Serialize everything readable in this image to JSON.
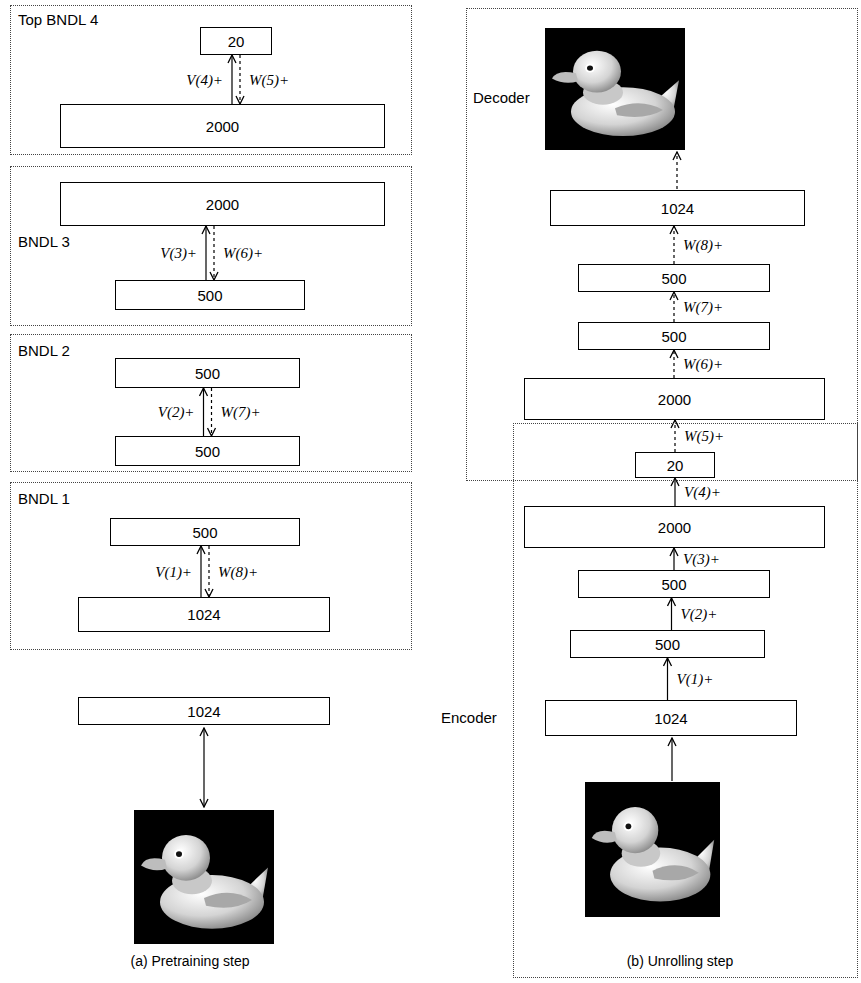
{
  "diagram": {
    "nodes": [
      {
        "text": [
          "Top BNDL 4"
        ]
      },
      {
        "text": [
          "20"
        ],
        "in": 0
      },
      {
        "text": [
          "2000"
        ],
        "in": 0
      },
      {
        "text": [
          "BNDL 3"
        ]
      },
      {
        "text": [
          "2000"
        ],
        "in": 3
      },
      {
        "text": [
          "500"
        ],
        "in": 3
      },
      {
        "text": [
          "BNDL 2"
        ]
      },
      {
        "text": [
          "500"
        ],
        "in": 6
      },
      {
        "text": [
          "500"
        ],
        "in": 6
      },
      {
        "text": [
          "BNDL 1"
        ]
      },
      {
        "text": [
          "500"
        ],
        "in": 9
      },
      {
        "text": [
          "1024"
        ],
        "in": 9
      },
      {
        "text": [
          "1024"
        ]
      },
      {
        "text": [
          "Decoder"
        ]
      },
      {
        "text": [
          "1024"
        ],
        "in": 13
      },
      {
        "text": [
          "500"
        ],
        "in": 13
      },
      {
        "text": [
          "500"
        ],
        "in": 13
      },
      {
        "text": [
          "2000"
        ],
        "in": 13
      },
      {
        "text": [
          "Encoder"
        ]
      },
      {
        "text": [
          "20"
        ],
        "in": 18
      },
      {
        "text": [
          "2000"
        ],
        "in": 18
      },
      {
        "text": [
          "500"
        ],
        "in": 18
      },
      {
        "text": [
          "500"
        ],
        "in": 18
      },
      {
        "text": [
          "1024"
        ],
        "in": 18
      }
    ],
    "edges": [
      {
        "from": 2,
        "to": 1,
        "arrow": "to",
        "label": "V(4)+"
      },
      {
        "from": 1,
        "to": 2,
        "arrow": "to",
        "label": "W(5)+"
      },
      {
        "from": 5,
        "to": 4,
        "arrow": "to",
        "label": "V(3)+"
      },
      {
        "from": 4,
        "to": 5,
        "arrow": "to",
        "label": "W(6)+"
      },
      {
        "from": 8,
        "to": 7,
        "arrow": "to",
        "label": "V(2)+"
      },
      {
        "from": 7,
        "to": 8,
        "arrow": "to",
        "label": "W(7)+"
      },
      {
        "from": 11,
        "to": 10,
        "arrow": "to",
        "label": "V(1)+"
      },
      {
        "from": 10,
        "to": 11,
        "arrow": "to",
        "label": "W(8)+"
      },
      {
        "from": 23,
        "to": 22,
        "arrow": "to",
        "label": "V(1)+"
      },
      {
        "from": 22,
        "to": 21,
        "arrow": "to",
        "label": "V(2)+"
      },
      {
        "from": 21,
        "to": 20,
        "arrow": "to",
        "label": "V(3)+"
      },
      {
        "from": 20,
        "to": 19,
        "arrow": "to",
        "label": "V(4)+"
      },
      {
        "from": 19,
        "to": 17,
        "arrow": "to",
        "label": "W(5)+"
      },
      {
        "from": 17,
        "to": 16,
        "arrow": "to",
        "label": "W(6)+"
      },
      {
        "from": 16,
        "to": 15,
        "arrow": "to",
        "label": "W(7)+"
      },
      {
        "from": 15,
        "to": 14,
        "arrow": "to",
        "label": "W(8)+"
      }
    ],
    "labels": [
      "(a) Pretraining step",
      "(b) Unrolling step"
    ]
  }
}
